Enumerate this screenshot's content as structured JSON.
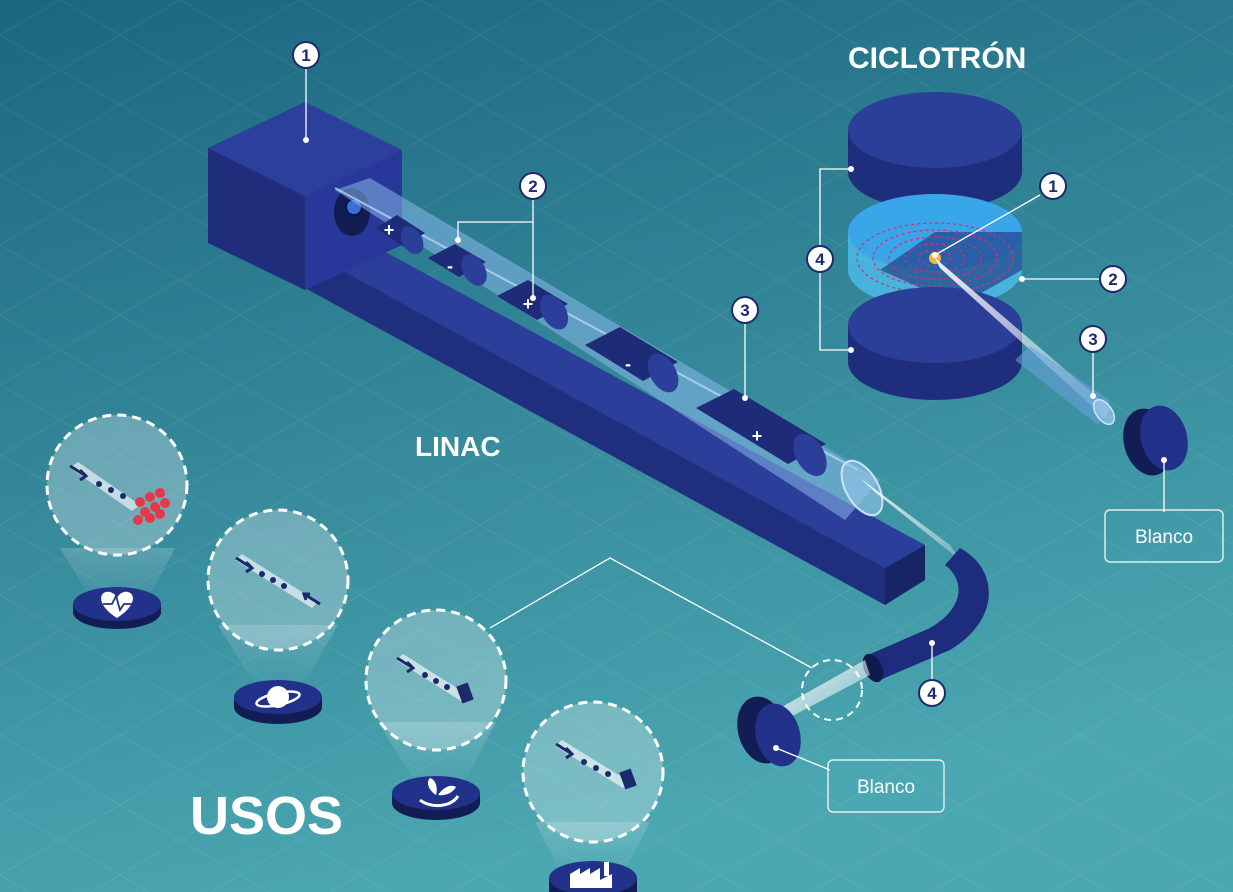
{
  "titles": {
    "ciclotron": "CICLOTRÓN",
    "linac": "LINAC",
    "usos": "USOS"
  },
  "linac_numbers": [
    "1",
    "2",
    "3",
    "4"
  ],
  "ciclotron_numbers": [
    "1",
    "2",
    "3",
    "4"
  ],
  "electrode_signs": [
    "+",
    "-",
    "+",
    "-",
    "+"
  ],
  "targets": {
    "linac": "Blanco",
    "ciclotron": "Blanco"
  },
  "uses_icons": [
    "heart-pulse-icon",
    "planet-icon",
    "leaf-hand-icon",
    "factory-icon"
  ],
  "colors": {
    "background_top": "#1f6a80",
    "background_bottom": "#4aa6b2",
    "navy": "#1b2a6b",
    "machine_blue": "#22328a",
    "light_blue": "#2fa7e8",
    "particle_orange": "#f5b541",
    "path_red": "#d6306a"
  }
}
